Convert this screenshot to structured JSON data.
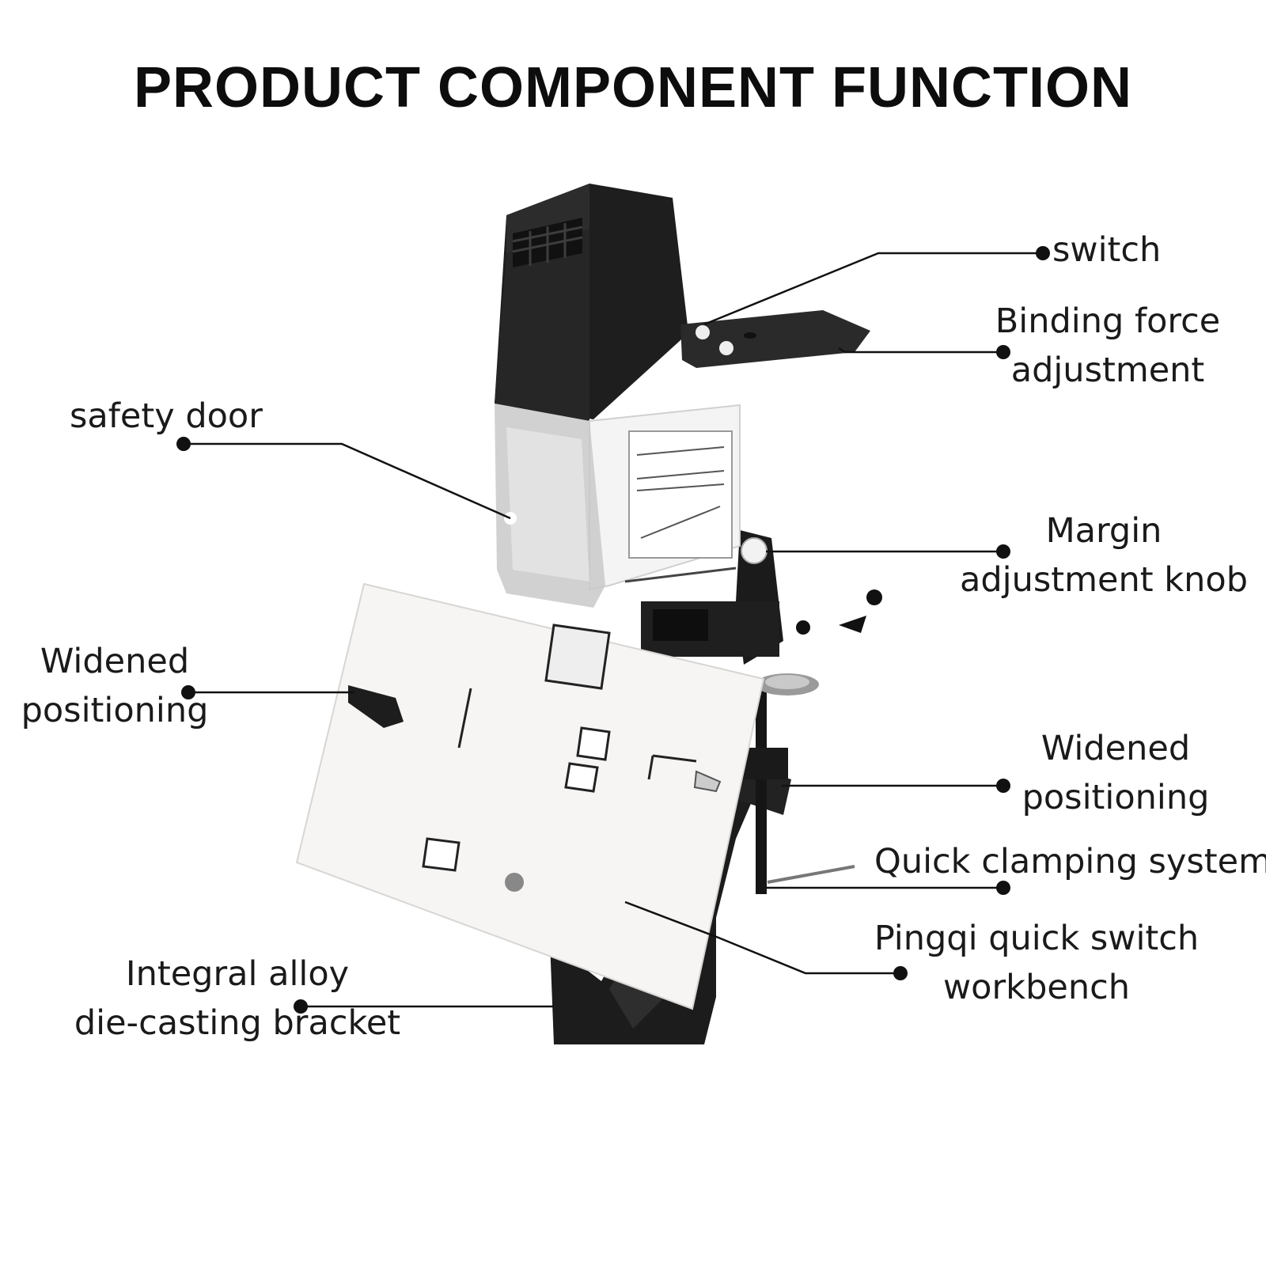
{
  "title": "PRODUCT COMPONENT FUNCTION",
  "labels": {
    "switch": "switch",
    "binding_force": [
      "Binding force",
      "adjustment"
    ],
    "safety_door": "safety door",
    "margin_knob": [
      "Margin",
      "adjustment knob"
    ],
    "widened_left": [
      "Widened",
      "positioning"
    ],
    "widened_right": [
      "Widened",
      "positioning"
    ],
    "quick_clamping": "Quick clamping system",
    "pingqi": [
      "Pingqi quick switch",
      "workbench"
    ],
    "bracket": [
      "Integral alloy",
      "die-casting bracket"
    ]
  },
  "colors": {
    "machine_body": "#1e1e1e",
    "machine_shade": "#3a3a3a",
    "paper": "#f7f5f3",
    "leader_line": "#111111"
  }
}
